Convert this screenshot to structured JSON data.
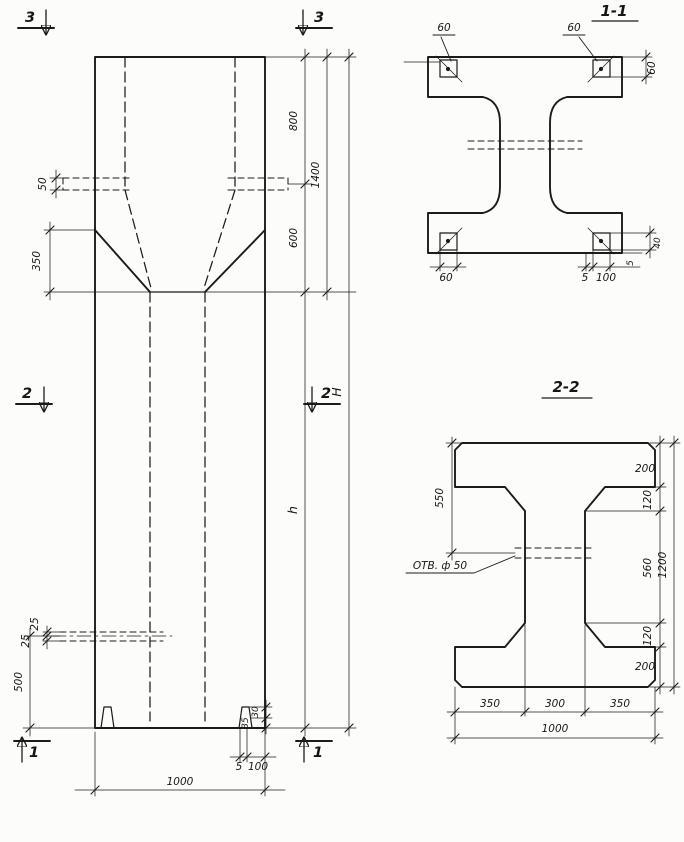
{
  "colors": {
    "ink": "#1b1b1b",
    "paper": "#fcfcfa"
  },
  "main_view": {
    "markers": {
      "top_left": "3",
      "top_right": "3",
      "mid_left": "2",
      "mid_right": "2",
      "bottom_left": "1",
      "bottom_right": "1"
    },
    "dims": {
      "ledge_50": "50",
      "taper_350": "350",
      "top_800": "800",
      "sum_1400": "1400",
      "mid_600": "600",
      "total_H": "H",
      "lower_h": "h",
      "hole_25a": "25",
      "hole_25b": "25",
      "base_500": "500",
      "notch_30": "30",
      "notch_35": "35",
      "foot_5": "5",
      "foot_100": "100",
      "width_1000": "1000"
    }
  },
  "section_1_1": {
    "title": "1-1",
    "dims": {
      "top_left_60": "60",
      "top_right_60": "60",
      "right_60": "60",
      "bottom_left_60": "60",
      "bottom_5": "5",
      "bottom_100": "100",
      "side_40": "40",
      "side_5": "5"
    }
  },
  "section_2_2": {
    "title": "2-2",
    "hole_label": "ОТВ. ф 50",
    "dims": {
      "left_550": "550",
      "top_200": "200",
      "upper_120": "120",
      "web_560": "560",
      "lower_120": "120",
      "bottom_200": "200",
      "height_1200": "1200",
      "left_350": "350",
      "mid_300": "300",
      "right_350": "350",
      "width_1000": "1000"
    }
  }
}
